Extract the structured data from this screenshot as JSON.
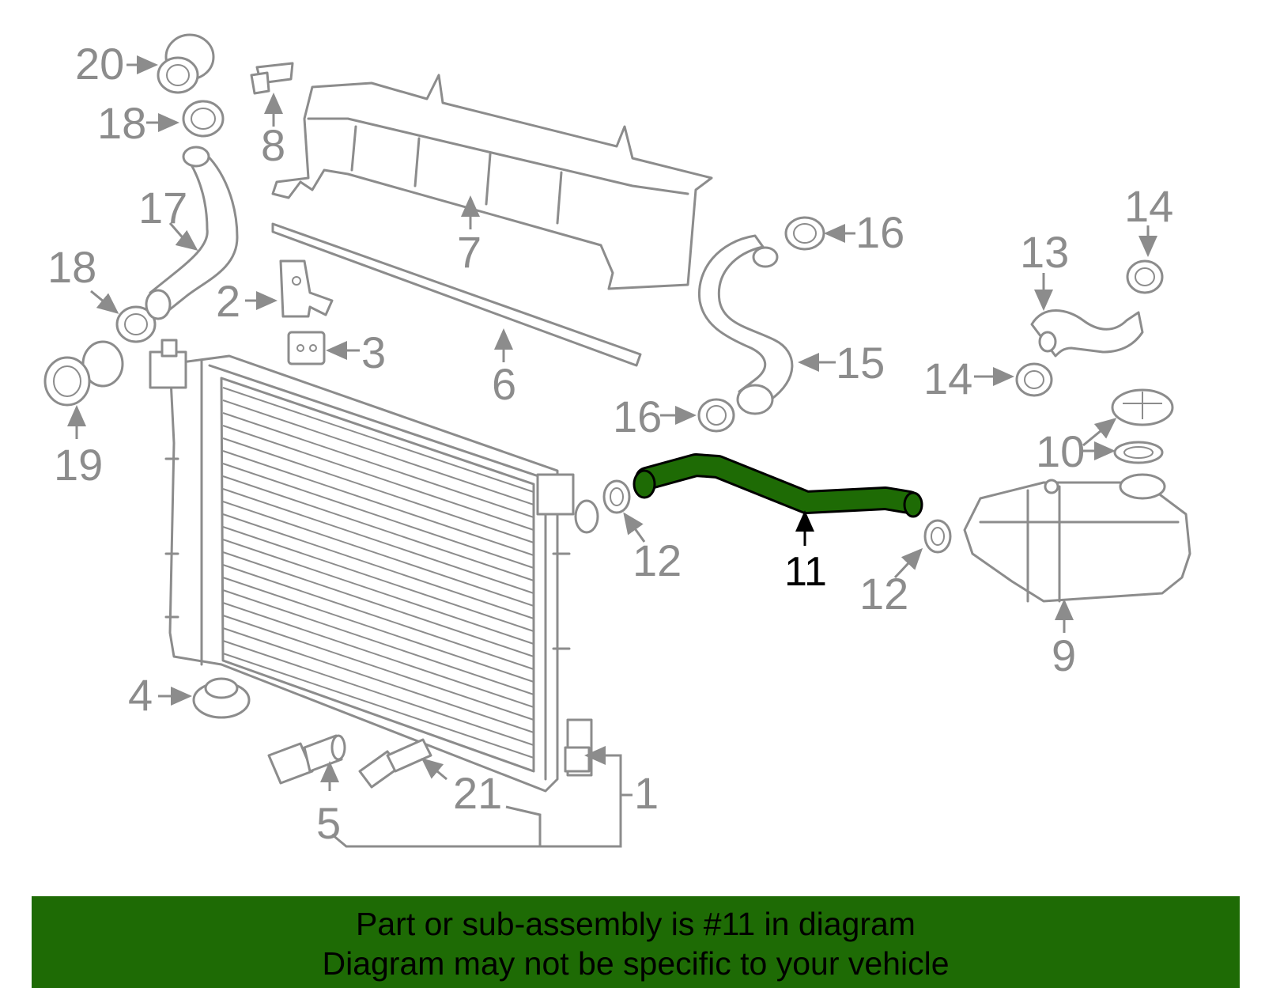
{
  "diagram": {
    "highlight_color": "#1e6b05",
    "callouts": {
      "c1": "1",
      "c2": "2",
      "c3": "3",
      "c4": "4",
      "c5": "5",
      "c6": "6",
      "c7": "7",
      "c8": "8",
      "c9": "9",
      "c10": "10",
      "c11": "11",
      "c12a": "12",
      "c12b": "12",
      "c13": "13",
      "c14a": "14",
      "c14b": "14",
      "c15": "15",
      "c16a": "16",
      "c16b": "16",
      "c17": "17",
      "c18a": "18",
      "c18b": "18",
      "c19": "19",
      "c20": "20",
      "c21": "21"
    }
  },
  "banner": {
    "line1": "Part or sub-assembly is #11 in diagram",
    "line2": "Diagram may not be specific to your vehicle",
    "background": "#1e6b05"
  }
}
